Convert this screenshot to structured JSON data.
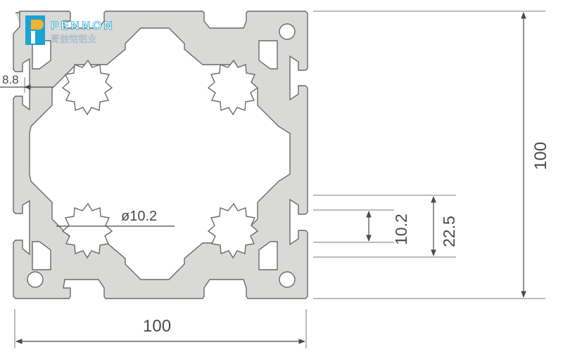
{
  "logo": {
    "brand": "PENNON",
    "subtitle": "哥益铭铝业",
    "colors": {
      "brand": "#1aa3d6",
      "accent": "#f2b233"
    }
  },
  "dimensions": {
    "width": "100",
    "height": "100",
    "slot_depth": "8.8",
    "hole_diameter": "ø10.2",
    "slot_width": "10.2",
    "slot_pitch": "22.5"
  },
  "colors": {
    "profile_fill": "#d9d9d7",
    "outline": "#6a6a6a",
    "dimension": "#4a4a4a"
  }
}
